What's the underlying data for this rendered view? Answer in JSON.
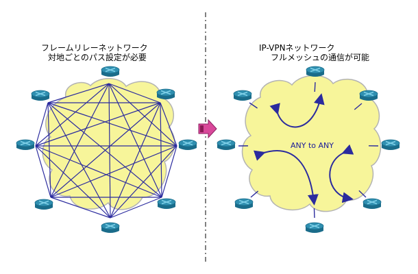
{
  "left_panel": {
    "title_line1": "フレームリレーネットワーク",
    "title_line2": "対地ごとのパス設定が必要",
    "router_count": 8,
    "router_icon": "router-icon",
    "mesh": "full-mesh"
  },
  "right_panel": {
    "title_line1": "IP-VPNネットワーク",
    "title_line2": "フルメッシュの通信が可能",
    "center_label": "ANY to ANY",
    "router_count": 8,
    "router_icon": "router-icon"
  },
  "arrow_icon": "right-arrow-icon",
  "colors": {
    "cloud_fill": "#f7f59a",
    "cloud_stroke": "#b3b3b3",
    "line": "#2b2b9e",
    "router_fill": "#2f8fb0",
    "router_dark": "#1a6c8a",
    "router_light": "#7fd0e8",
    "arrow_fill": "#d9489a",
    "divider": "#000000"
  }
}
